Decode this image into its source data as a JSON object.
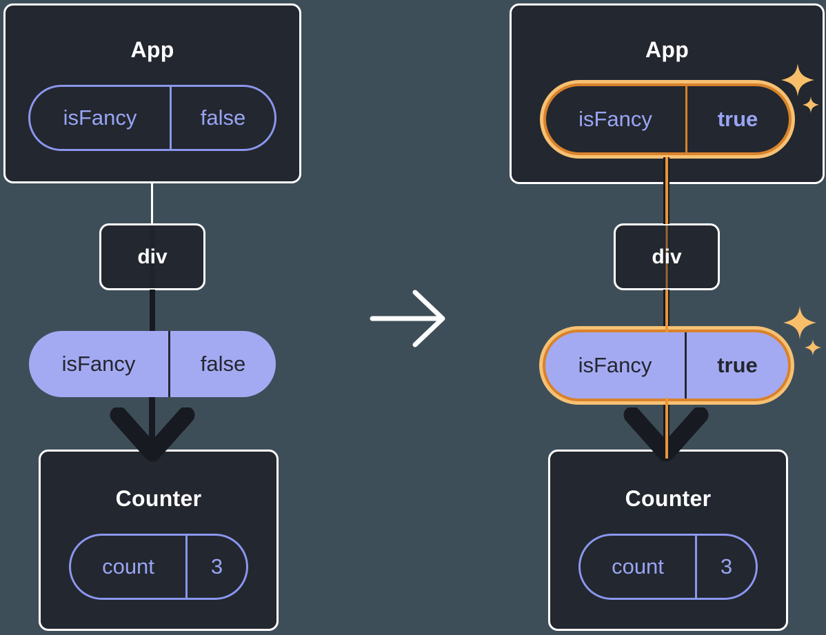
{
  "colors": {
    "background": "#3E4E59",
    "node_bg": "#23272F",
    "node_border": "#FFFFFF",
    "purple_border": "#8B97EE",
    "purple_text": "#99A5F4",
    "pill_fill": "#A4AAF2",
    "dark_text": "#23272F",
    "arrow_dark": "#171A20",
    "white_line": "#FFFFFF",
    "orange": "#D9822B",
    "orange_light": "#F6C173",
    "orange_line": "#E9953B",
    "sparkle": "#F8BE6A"
  },
  "before": {
    "app": {
      "title": "App",
      "state_key": "isFancy",
      "state_value": "false"
    },
    "div_label": "div",
    "prop": {
      "key": "isFancy",
      "value": "false"
    },
    "counter": {
      "title": "Counter",
      "state_key": "count",
      "state_value": "3"
    }
  },
  "after": {
    "app": {
      "title": "App",
      "state_key": "isFancy",
      "state_value": "true"
    },
    "div_label": "div",
    "prop": {
      "key": "isFancy",
      "value": "true"
    },
    "counter": {
      "title": "Counter",
      "state_key": "count",
      "state_value": "3"
    }
  }
}
